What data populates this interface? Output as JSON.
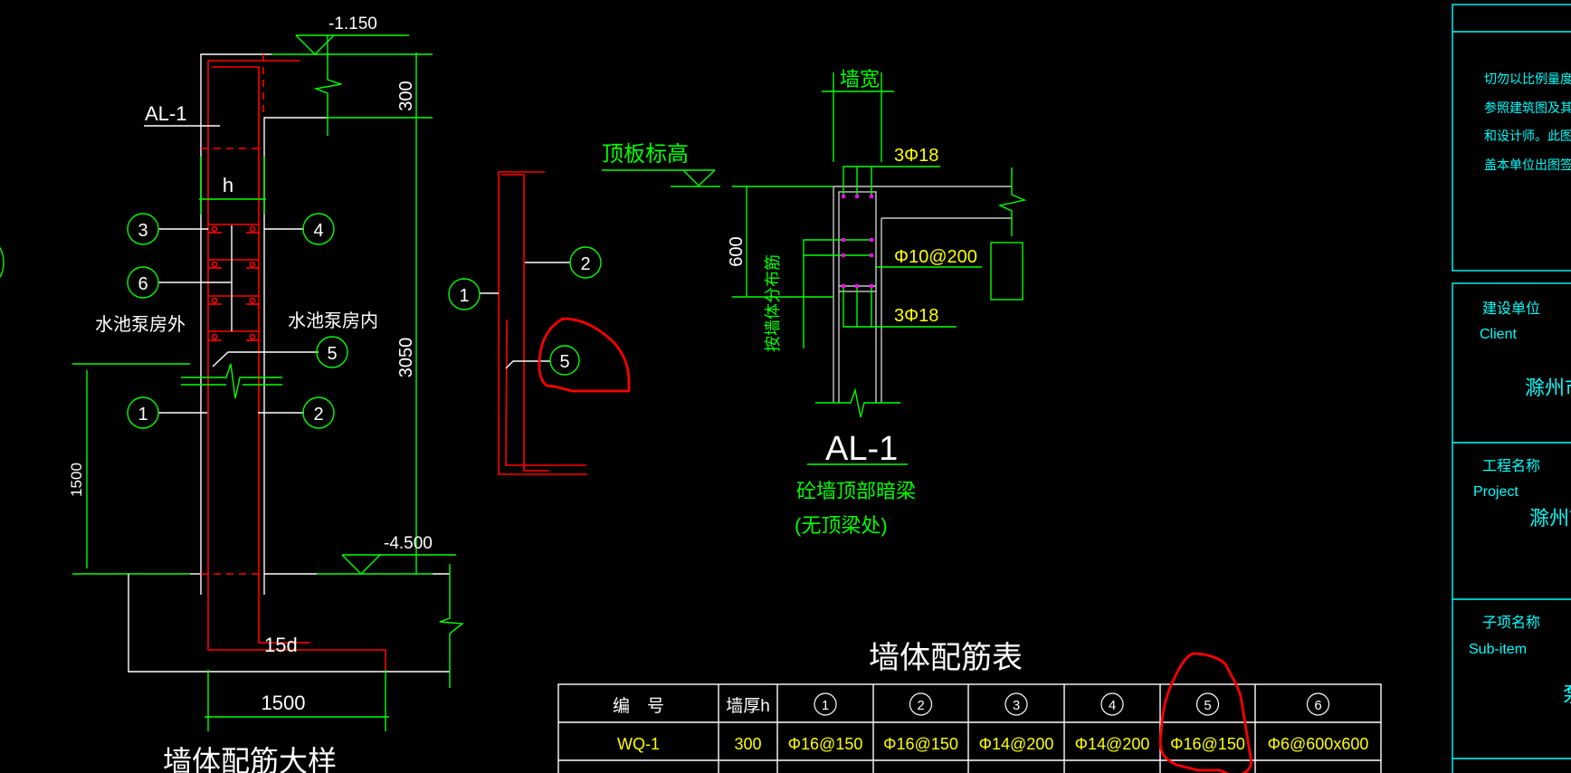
{
  "drawing": {
    "wall_section": {
      "title": "墙体配筋大样",
      "beam_label": "AL-1",
      "thickness_label": "h",
      "outside_label": "水池泵房外",
      "inside_label": "水池泵房内",
      "top_elevation": "-1.150",
      "bottom_elevation": "-4.500",
      "dim_top": "300",
      "dim_height": "3050",
      "dim_left": "1500",
      "dim_bottom": "1500",
      "anchor_label": "15d",
      "callouts": [
        "1",
        "2",
        "3",
        "4",
        "5",
        "6"
      ]
    },
    "rebar_sketch": {
      "callouts": [
        "1",
        "2",
        "5"
      ]
    },
    "beam_detail": {
      "title": "AL-1",
      "subtitle_line1": "砼墙顶部暗梁",
      "subtitle_line2": "(无顶梁处)",
      "roof_level_label": "顶板标高",
      "wall_width_label": "墙宽",
      "depth_dim": "600",
      "top_bars": "3Φ18",
      "bottom_bars": "3Φ18",
      "stirrups": "Φ10@200",
      "side_bars_label": "按墙体分布筋"
    },
    "rebar_table": {
      "title": "墙体配筋表",
      "headers": [
        "编　号",
        "墙厚h",
        "1",
        "2",
        "3",
        "4",
        "5",
        "6"
      ],
      "rows": [
        [
          "WQ-1",
          "300",
          "Φ16@150",
          "Φ16@150",
          "Φ14@200",
          "Φ14@200",
          "Φ16@150",
          "Φ6@600x600"
        ]
      ]
    },
    "title_block": {
      "notes": [
        "切勿以比例量度此",
        "参照建筑图及其他",
        "和设计师。此图纸",
        "盖本单位出图签章"
      ],
      "client_cn": "建设单位",
      "client_en": "Client",
      "client_value": "滁州市",
      "project_cn": "工程名称",
      "project_en": "Project",
      "project_value": "滁州市",
      "subitem_cn": "子项名称",
      "subitem_en": "Sub-item",
      "subitem_value": "泵"
    },
    "annotations": {
      "highlight_color": "#ff0000",
      "highlights": [
        "rebar-sketch-callout-5",
        "table-column-5"
      ]
    }
  }
}
